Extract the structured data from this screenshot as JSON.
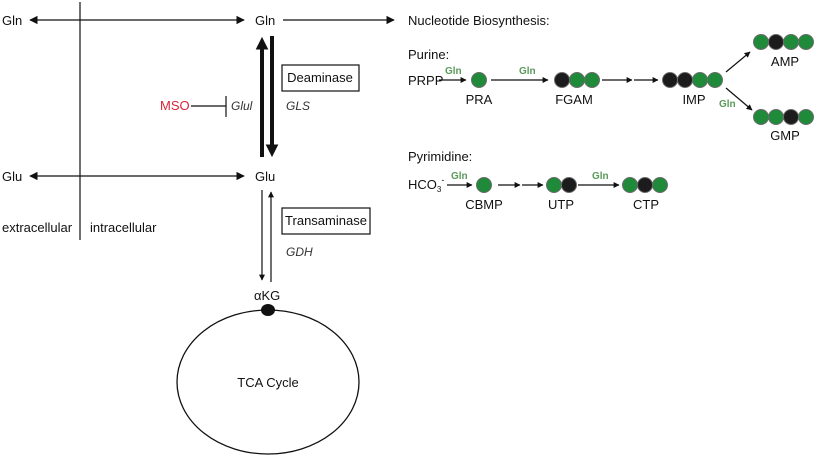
{
  "colors": {
    "green": "#1f8a3a",
    "black": "#1c1c1c",
    "gln_label": "#5a9a5a",
    "mso": "#d8243c"
  },
  "labels": {
    "gln_left": "Gln",
    "gln_center": "Gln",
    "glu_left": "Glu",
    "glu_center": "Glu",
    "akg": "αKG",
    "tca": "TCA Cycle",
    "extracellular": "extracellular",
    "intracellular": "intracellular",
    "mso": "MSO",
    "glul": "Glul",
    "gls": "GLS",
    "gdh": "GDH",
    "deaminase": "Deaminase",
    "transaminase": "Transaminase",
    "nucleotide_title": "Nucleotide Biosynthesis:",
    "purine": "Purine:",
    "pyrimidine": "Pyrimidine:",
    "prpp": "PRPP",
    "hco3": "HCO",
    "hco3_sub": "3",
    "hco3_sup": "-",
    "gln_step": "Gln"
  },
  "purine": {
    "pra": {
      "label": "PRA",
      "balls": [
        "green"
      ]
    },
    "fgam": {
      "label": "FGAM",
      "balls": [
        "black",
        "green",
        "green"
      ]
    },
    "imp": {
      "label": "IMP",
      "balls": [
        "black",
        "black",
        "green",
        "green"
      ]
    },
    "amp": {
      "label": "AMP",
      "balls": [
        "green",
        "black",
        "green",
        "green"
      ]
    },
    "gmp": {
      "label": "GMP",
      "balls": [
        "green",
        "green",
        "black",
        "green"
      ]
    }
  },
  "pyrimidine": {
    "cbmp": {
      "label": "CBMP",
      "balls": [
        "green"
      ]
    },
    "utp": {
      "label": "UTP",
      "balls": [
        "green",
        "black"
      ]
    },
    "ctp": {
      "label": "CTP",
      "balls": [
        "green",
        "black",
        "green"
      ]
    }
  }
}
